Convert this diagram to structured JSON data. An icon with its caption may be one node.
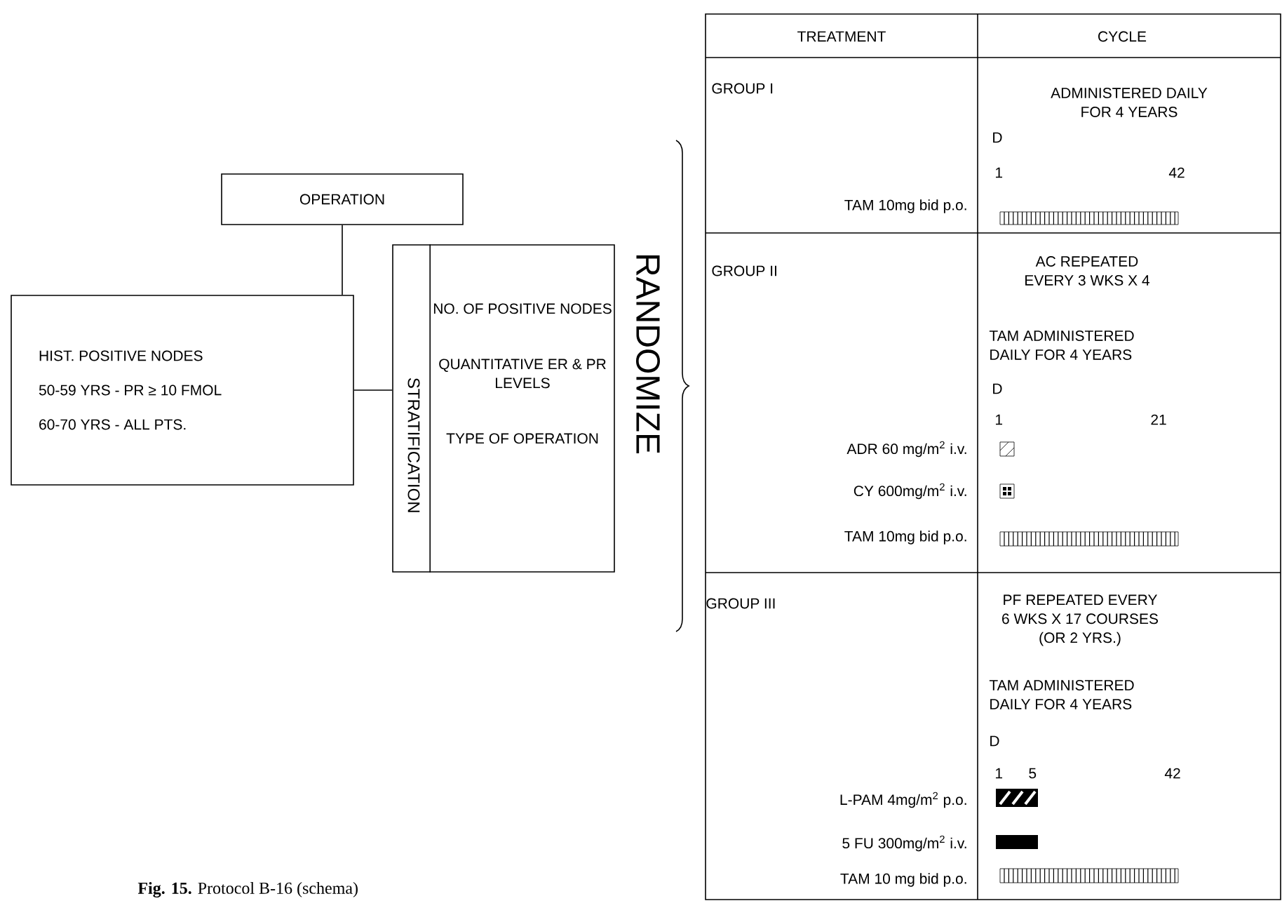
{
  "diagram": {
    "caption": "**Fig. 15.** Protocol B-16 (schema)",
    "nodes": [
      {
        "text": [
          "OPERATION"
        ]
      },
      {
        "text": [
          "HIST. POSITIVE NODES",
          "50-59 YRS - PR ≥ 10 FMOL",
          "60-70 YRS - ALL PTS."
        ]
      },
      {
        "text": [
          "STRATIFICATION",
          "NO. OF POSITIVE NODES",
          "QUANTITATIVE ER & PR LEVELS",
          "TYPE OF OPERATION"
        ]
      }
    ],
    "edges": [
      {
        "from": 0,
        "to": 1,
        "arrow": "none"
      },
      {
        "from": 1,
        "to": 2,
        "arrow": "none"
      }
    ],
    "labels": [
      "RANDOMIZE",
      "TREATMENT",
      "CYCLE",
      "GROUP I",
      "ADMINISTERED DAILY FOR 4 YEARS",
      "D",
      "1",
      "42",
      "TAM 10mg bid p.o.",
      "GROUP II",
      "AC REPEATED EVERY 3 WKS X 4",
      "TAM ADMINISTERED DAILY FOR 4 YEARS",
      "D",
      "1",
      "21",
      "ADR 60 mg/m$^{2}$ i.v.",
      "CY 600mg/m$^{2}$ i.v.",
      "TAM 10mg bid p.o.",
      "GROUP III",
      "PF REPEATED EVERY 6 WKS X 17 COURSES (OR 2 YRS.)",
      "TAM ADMINISTERED DAILY FOR 4 YEARS",
      "D",
      "1",
      "5",
      "42",
      "L-PAM 4mg/m$^{2}$ p.o.",
      "5 FU 300mg/m$^{2}$ i.v.",
      "TAM 10 mg bid p.o."
    ]
  }
}
